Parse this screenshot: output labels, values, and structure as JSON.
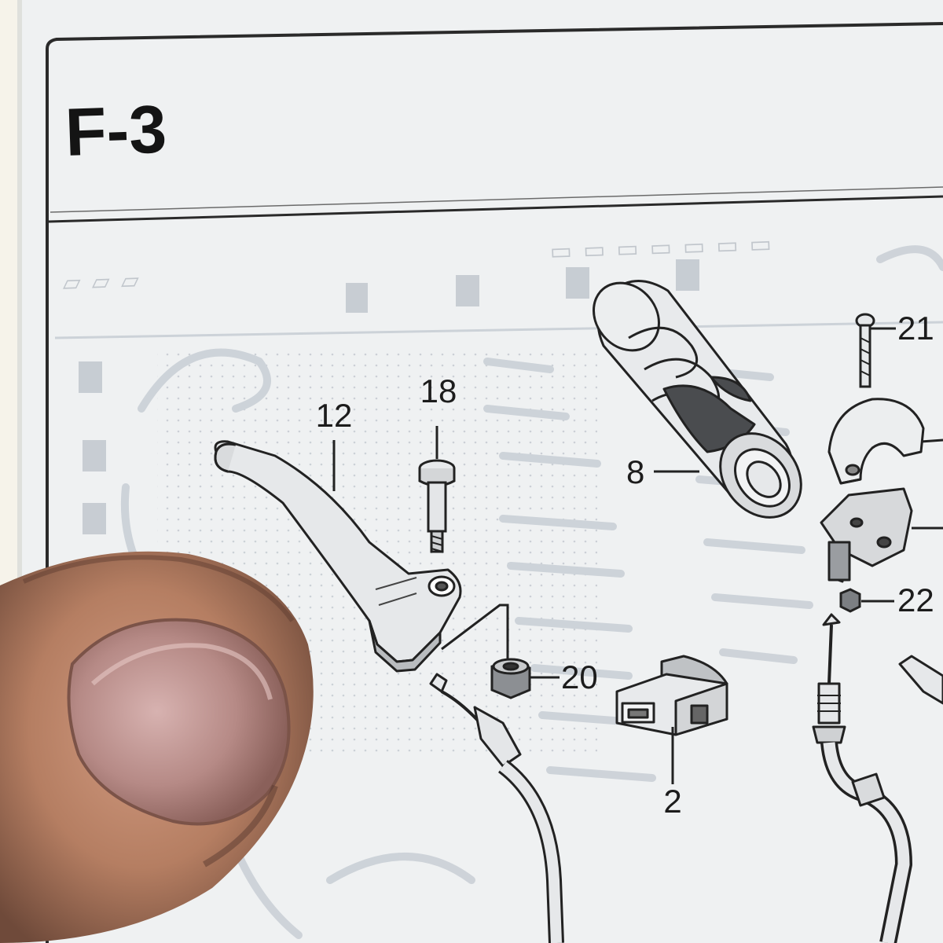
{
  "page": {
    "section_code": "F-3"
  },
  "callouts": [
    {
      "id": "lever",
      "label": "12"
    },
    {
      "id": "pivot-bolt",
      "label": "18"
    },
    {
      "id": "grip",
      "label": "8"
    },
    {
      "id": "screw",
      "label": "21"
    },
    {
      "id": "nut-lever",
      "label": "20"
    },
    {
      "id": "switch",
      "label": "2"
    },
    {
      "id": "nut-holder",
      "label": "22"
    }
  ],
  "colors": {
    "paper": "#eff1f2",
    "ink": "#1c1c1c",
    "show_through": "#c3c9d0",
    "skin": "#b77f63"
  }
}
